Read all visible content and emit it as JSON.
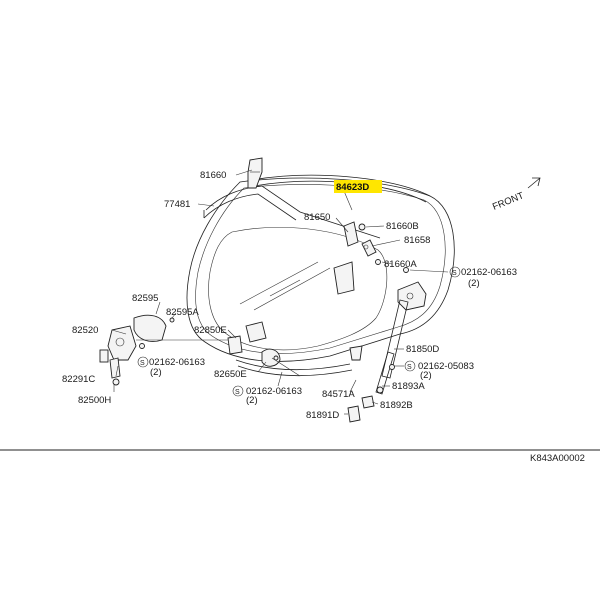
{
  "diagram": {
    "highlight_color": "#ffe600",
    "labels": {
      "p81660": "81660",
      "p77481": "77481",
      "p84623d": "84623D",
      "p81650": "81650",
      "p81660b": "81660B",
      "p81658": "81658",
      "p81660a": "81660A",
      "p02162_06163_a": "02162-06163",
      "qty_a": "(2)",
      "p82595": "82595",
      "p82595a": "82595A",
      "p82520": "82520",
      "p82850e": "82850E",
      "p02162_06163_b": "02162-06163",
      "qty_b": "(2)",
      "p82291c": "82291C",
      "p82500h": "82500H",
      "p82650e": "82650E",
      "p02162_06163_c": "02162-06163",
      "qty_c": "(2)",
      "p81850d": "81850D",
      "p02162_05083": "02162-05083",
      "qty_d": "(2)",
      "p84571a": "84571A",
      "p81893a": "81893A",
      "p81892b": "81892B",
      "p81891d": "81891D",
      "front": "FRONT",
      "ref": "K843A00002"
    },
    "bolt_symbol": "S"
  }
}
